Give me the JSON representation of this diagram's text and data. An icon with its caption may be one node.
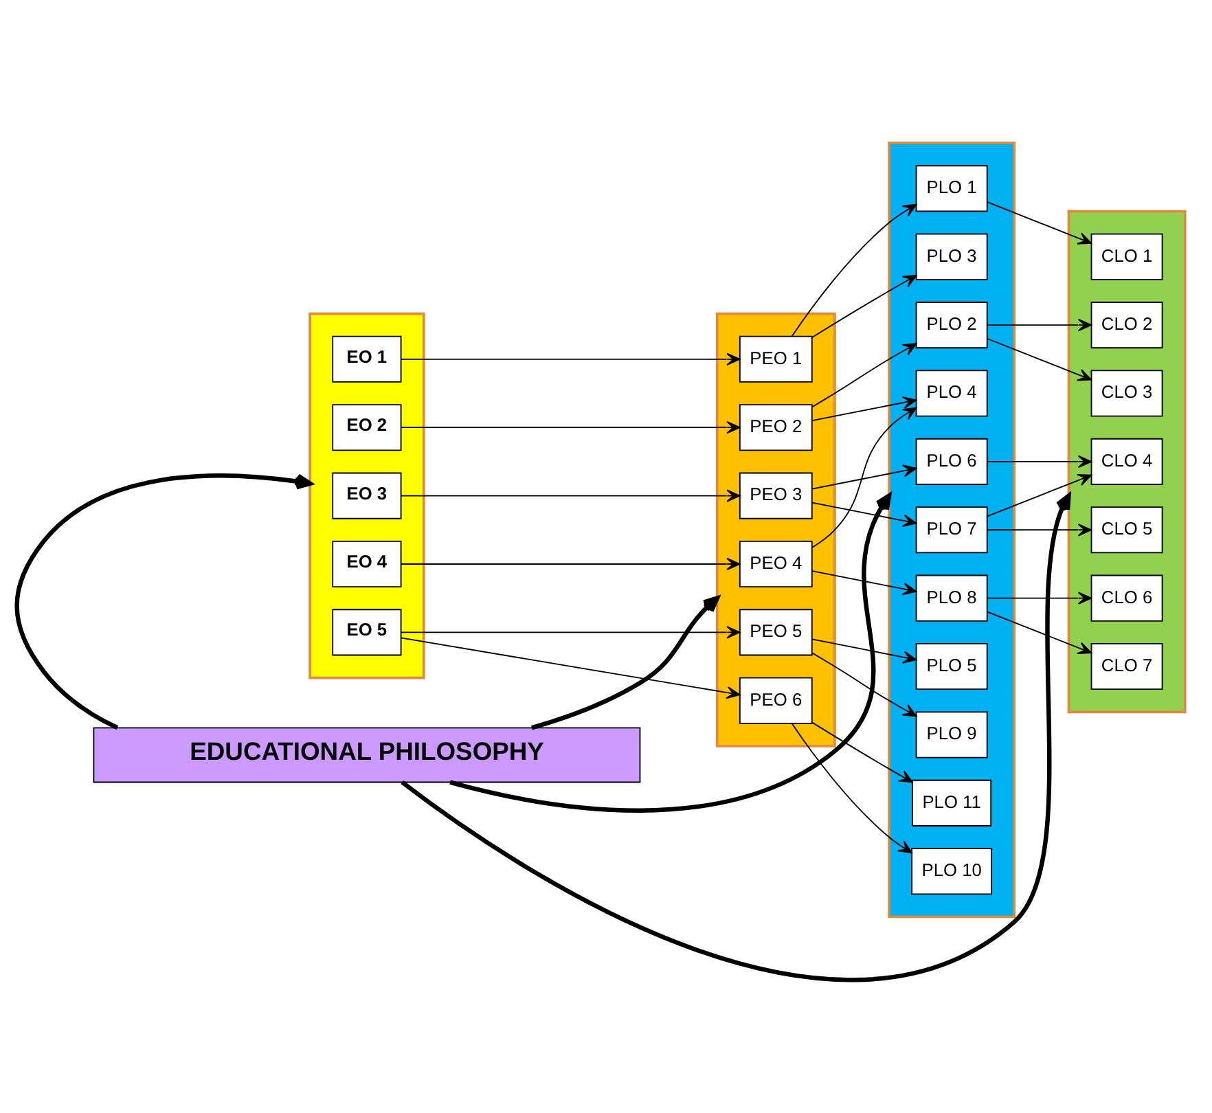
{
  "diagram": {
    "nodes": [
      {
        "text": [],
        "shape": "box"
      },
      {
        "text": [
          "EO 1"
        ],
        "in": 0
      },
      {
        "text": [
          "EO 2"
        ],
        "in": 0
      },
      {
        "text": [
          "EO 3"
        ],
        "in": 0
      },
      {
        "text": [
          "EO 4"
        ],
        "in": 0
      },
      {
        "text": [
          "EO 5"
        ],
        "in": 0
      },
      {
        "text": [],
        "shape": "box"
      },
      {
        "text": [
          "PEO 1"
        ],
        "in": 6
      },
      {
        "text": [
          "PEO 2"
        ],
        "in": 6
      },
      {
        "text": [
          "PEO 3"
        ],
        "in": 6
      },
      {
        "text": [
          "PEO 4"
        ],
        "in": 6
      },
      {
        "text": [
          "PEO 5"
        ],
        "in": 6
      },
      {
        "text": [
          "PEO 6"
        ],
        "in": 6
      },
      {
        "text": [],
        "shape": "box"
      },
      {
        "text": [
          "PLO 1"
        ],
        "in": 13
      },
      {
        "text": [
          "PLO 2"
        ],
        "in": 13
      },
      {
        "text": [
          "PLO 3"
        ],
        "in": 13
      },
      {
        "text": [
          "PLO 4"
        ],
        "in": 13
      },
      {
        "text": [
          "PLO 5"
        ],
        "in": 13
      },
      {
        "text": [
          "PLO 6"
        ],
        "in": 13
      },
      {
        "text": [
          "PLO 7"
        ],
        "in": 13
      },
      {
        "text": [
          "PLO 8"
        ],
        "in": 13
      },
      {
        "text": [
          "PLO 9"
        ],
        "in": 13
      },
      {
        "text": [
          "PLO 10"
        ],
        "in": 13
      },
      {
        "text": [
          "PLO 11"
        ],
        "in": 13
      },
      {
        "text": [],
        "shape": "box"
      },
      {
        "text": [
          "CLO 1"
        ],
        "in": 25
      },
      {
        "text": [
          "CLO 2"
        ],
        "in": 25
      },
      {
        "text": [
          "CLO 3"
        ],
        "in": 25
      },
      {
        "text": [
          "CLO 4"
        ],
        "in": 25
      },
      {
        "text": [
          "CLO 5"
        ],
        "in": 25
      },
      {
        "text": [
          "CLO 6"
        ],
        "in": 25
      },
      {
        "text": [
          "CLO 7"
        ],
        "in": 25
      },
      {
        "text": [
          "EDUCATIONAL PHILOSOPHY"
        ]
      }
    ],
    "edges": [
      {
        "from": 1,
        "to": 7,
        "arrow": "to"
      },
      {
        "from": 2,
        "to": 8,
        "arrow": "to"
      },
      {
        "from": 3,
        "to": 9,
        "arrow": "to"
      },
      {
        "from": 4,
        "to": 10,
        "arrow": "to"
      },
      {
        "from": 5,
        "to": 11,
        "arrow": "to"
      },
      {
        "from": 5,
        "to": 12,
        "arrow": "to"
      },
      {
        "from": 7,
        "to": 14,
        "arrow": "to"
      },
      {
        "from": 7,
        "to": 16,
        "arrow": "to"
      },
      {
        "from": 8,
        "to": 15,
        "arrow": "to"
      },
      {
        "from": 8,
        "to": 17,
        "arrow": "to"
      },
      {
        "from": 9,
        "to": 19,
        "arrow": "to"
      },
      {
        "from": 9,
        "to": 20,
        "arrow": "to"
      },
      {
        "from": 10,
        "to": 17,
        "arrow": "to"
      },
      {
        "from": 10,
        "to": 21,
        "arrow": "to"
      },
      {
        "from": 11,
        "to": 18,
        "arrow": "to"
      },
      {
        "from": 11,
        "to": 22,
        "arrow": "to"
      },
      {
        "from": 12,
        "to": 23,
        "arrow": "to"
      },
      {
        "from": 12,
        "to": 24,
        "arrow": "to"
      },
      {
        "from": 14,
        "to": 26,
        "arrow": "to"
      },
      {
        "from": 15,
        "to": 27,
        "arrow": "to"
      },
      {
        "from": 15,
        "to": 28,
        "arrow": "to"
      },
      {
        "from": 19,
        "to": 29,
        "arrow": "to"
      },
      {
        "from": 20,
        "to": 29,
        "arrow": "to"
      },
      {
        "from": 20,
        "to": 30,
        "arrow": "to"
      },
      {
        "from": 21,
        "to": 31,
        "arrow": "to"
      },
      {
        "from": 21,
        "to": 32,
        "arrow": "to"
      },
      {
        "from": 33,
        "to": 0,
        "arrow": "to",
        "style": "thick"
      },
      {
        "from": 33,
        "to": 6,
        "arrow": "to",
        "style": "thick"
      },
      {
        "from": 33,
        "to": 13,
        "arrow": "to",
        "style": "thick"
      },
      {
        "from": 33,
        "to": 25,
        "arrow": "to",
        "style": "thick"
      }
    ]
  }
}
